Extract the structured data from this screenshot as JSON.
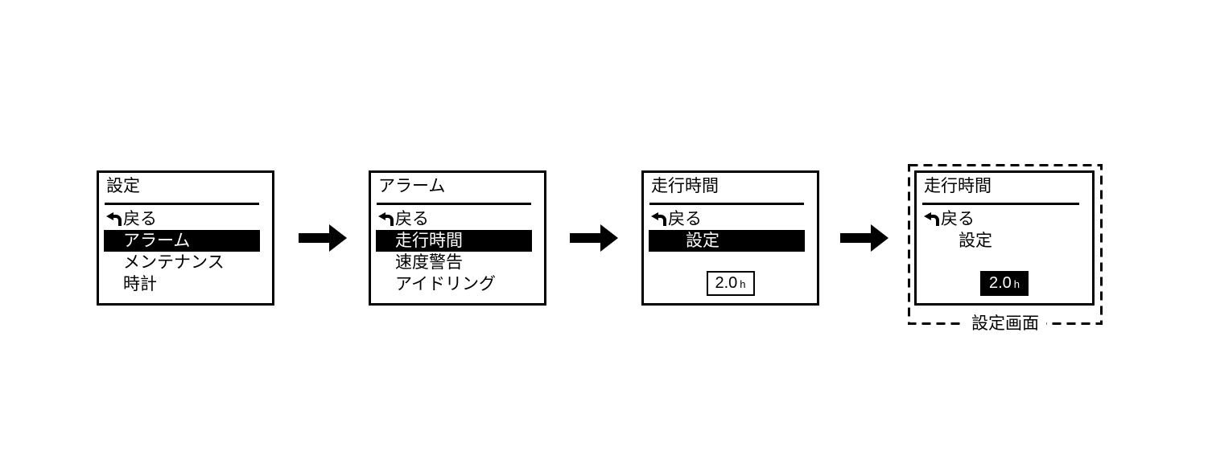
{
  "panels": [
    {
      "title": "設定",
      "items": [
        {
          "label": "戻る",
          "icon": "return-icon",
          "highlighted": false
        },
        {
          "label": "アラーム",
          "highlighted": true
        },
        {
          "label": "メンテナンス",
          "highlighted": false
        },
        {
          "label": "時計",
          "highlighted": false
        }
      ]
    },
    {
      "title": "アラーム",
      "items": [
        {
          "label": "戻る",
          "icon": "return-icon",
          "highlighted": false
        },
        {
          "label": "走行時間",
          "highlighted": true
        },
        {
          "label": "速度警告",
          "highlighted": false
        },
        {
          "label": "アイドリング",
          "highlighted": false
        }
      ]
    },
    {
      "title": "走行時間",
      "items": [
        {
          "label": "戻る",
          "icon": "return-icon",
          "highlighted": false
        },
        {
          "label": "設定",
          "highlighted": true
        }
      ],
      "value": {
        "number": "2.0",
        "unit": "h",
        "selected": false
      }
    },
    {
      "title": "走行時間",
      "items": [
        {
          "label": "戻る",
          "icon": "return-icon",
          "highlighted": false
        },
        {
          "label": "設定",
          "highlighted": false
        }
      ],
      "value": {
        "number": "2.0",
        "unit": "h",
        "selected": true
      },
      "caption": "設定画面"
    }
  ],
  "colors": {
    "foreground": "#000000",
    "background": "#ffffff"
  }
}
